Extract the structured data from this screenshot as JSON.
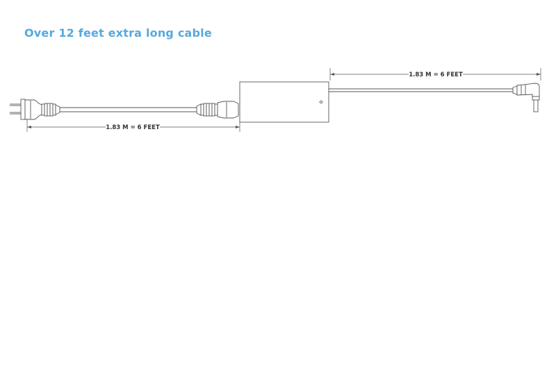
{
  "title": "Over 12 feet extra long cable",
  "dimensions": {
    "ac_cord_label": "1.83 M = 6 FEET",
    "dc_cord_label": "1.83 M = 6 FEET"
  },
  "colors": {
    "title": "#56a9dd",
    "line": "#555555"
  }
}
